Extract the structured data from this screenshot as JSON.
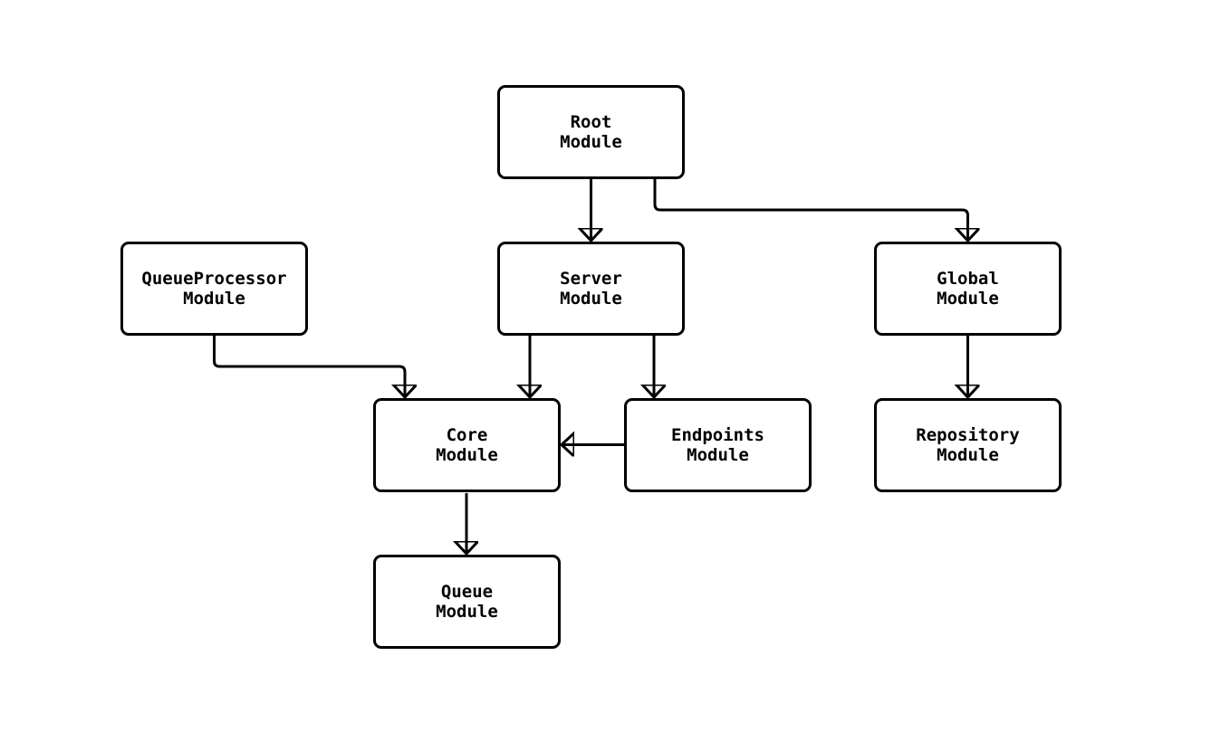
{
  "diagram": {
    "type": "flowchart",
    "background_color": "#ffffff",
    "node_border_color": "#000000",
    "node_fill_color": "#ffffff",
    "edge_color": "#000000",
    "text_color": "#000000",
    "nodes": {
      "root": {
        "line1": "Root",
        "line2": "Module"
      },
      "queue_processor": {
        "line1": "QueueProcessor",
        "line2": "Module"
      },
      "server": {
        "line1": "Server",
        "line2": "Module"
      },
      "global": {
        "line1": "Global",
        "line2": "Module"
      },
      "core": {
        "line1": "Core",
        "line2": "Module"
      },
      "endpoints": {
        "line1": "Endpoints",
        "line2": "Module"
      },
      "repository": {
        "line1": "Repository",
        "line2": "Module"
      },
      "queue": {
        "line1": "Queue",
        "line2": "Module"
      }
    },
    "edges": [
      {
        "from": "Root Module",
        "to": "Server Module"
      },
      {
        "from": "Root Module",
        "to": "Global Module"
      },
      {
        "from": "QueueProcessor Module",
        "to": "Core Module"
      },
      {
        "from": "Server Module",
        "to": "Core Module"
      },
      {
        "from": "Server Module",
        "to": "Endpoints Module"
      },
      {
        "from": "Endpoints Module",
        "to": "Core Module"
      },
      {
        "from": "Global Module",
        "to": "Repository Module"
      },
      {
        "from": "Core Module",
        "to": "Queue Module"
      }
    ]
  }
}
